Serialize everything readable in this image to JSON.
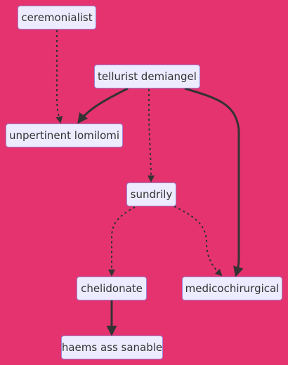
{
  "nodes": {
    "ceremonialist": "ceremonialist",
    "tellurist_demiangel": "tellurist demiangel",
    "unpertinent_lomilomi": "unpertinent lomilomi",
    "sundrily": "sundrily",
    "chelidonate": "chelidonate",
    "medicochirurgical": "medicochirurgical",
    "haems_ass_sanable": "haems ass sanable"
  },
  "edges": [
    {
      "from": "ceremonialist",
      "to": "unpertinent_lomilomi",
      "style": "dotted"
    },
    {
      "from": "tellurist_demiangel",
      "to": "unpertinent_lomilomi",
      "style": "solid"
    },
    {
      "from": "tellurist_demiangel",
      "to": "sundrily",
      "style": "dotted"
    },
    {
      "from": "tellurist_demiangel",
      "to": "medicochirurgical",
      "style": "solid"
    },
    {
      "from": "sundrily",
      "to": "chelidonate",
      "style": "dotted"
    },
    {
      "from": "sundrily",
      "to": "medicochirurgical",
      "style": "dotted"
    },
    {
      "from": "chelidonate",
      "to": "haems_ass_sanable",
      "style": "solid"
    }
  ],
  "colors": {
    "background": "#e5336f",
    "node_fill": "#ecebff",
    "node_border": "#9a86d6",
    "edge": "#333333",
    "text": "#333333"
  }
}
